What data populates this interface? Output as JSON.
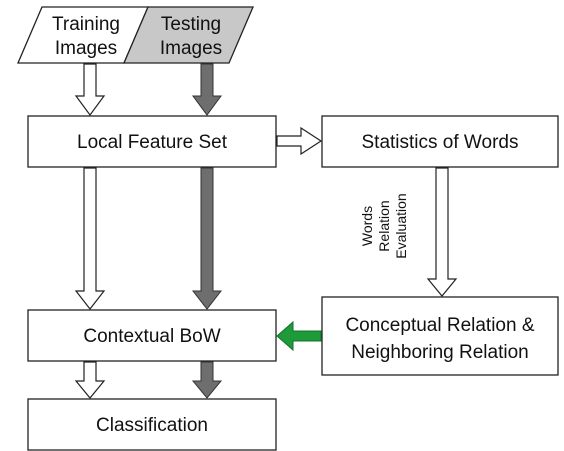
{
  "inputs": {
    "training_line1": "Training",
    "training_line2": "Images",
    "testing_line1": "Testing",
    "testing_line2": "Images"
  },
  "boxes": {
    "local_feature_set": "Local Feature Set",
    "statistics_of_words": "Statistics of Words",
    "contextual_bow": "Contextual BoW",
    "relation_line1": "Conceptual Relation &",
    "relation_line2": "Neighboring Relation",
    "classification": "Classification"
  },
  "edge_label": {
    "line1": "Words",
    "line2": "Relation",
    "line3": "Evaluation"
  },
  "colors": {
    "testing_fill": "#c8c8c8",
    "dark_arrow": "#6e6e6e",
    "green_arrow": "#1f9a3a",
    "box_stroke": "#222222"
  }
}
